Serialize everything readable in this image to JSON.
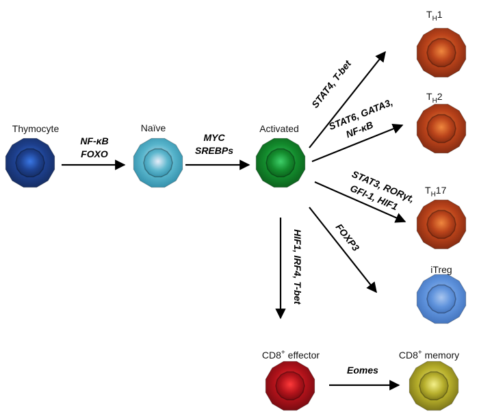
{
  "cells": {
    "thymocyte": {
      "label": "Thymocyte",
      "colors": [
        "#3a78e6",
        "#1d3f8c",
        "#142a5c"
      ]
    },
    "naive": {
      "label": "Naïve",
      "colors": [
        "#e8eefa",
        "#58b5cc",
        "#2e8aa6"
      ]
    },
    "activated": {
      "label": "Activated",
      "colors": [
        "#3fd06a",
        "#138a2c",
        "#0b5a1a"
      ]
    },
    "th1": {
      "label_main": "T",
      "label_sub": "H",
      "label_suffix": "1",
      "colors": [
        "#f0883f",
        "#b9421a",
        "#7a2710"
      ]
    },
    "th2": {
      "label_main": "T",
      "label_sub": "H",
      "label_suffix": "2",
      "colors": [
        "#f0883f",
        "#b9421a",
        "#7a2710"
      ]
    },
    "th17": {
      "label_main": "T",
      "label_sub": "H",
      "label_suffix": "17",
      "colors": [
        "#f0883f",
        "#b9421a",
        "#7a2710"
      ]
    },
    "itreg": {
      "label": "iTreg",
      "colors": [
        "#a9c6ef",
        "#5f93dd",
        "#3f6fb8"
      ]
    },
    "cd8_effector": {
      "label_main": "CD8",
      "label_sup": "+",
      "label_suffix": " effector",
      "colors": [
        "#ff3b3b",
        "#b0121a",
        "#6e0a10"
      ]
    },
    "cd8_memory": {
      "label_main": "CD8",
      "label_sup": "+",
      "label_suffix": " memory",
      "colors": [
        "#f4f08a",
        "#b6ae2a",
        "#726c16"
      ]
    }
  },
  "factors": {
    "thymocyte_to_naive": [
      "NF-κB",
      "FOXO"
    ],
    "naive_to_activated": [
      "MYC",
      "SREBPs"
    ],
    "to_th1": "STAT4, T-bet",
    "to_th2": [
      "STAT6, GATA3,",
      "NF-κB"
    ],
    "to_th17": [
      "STAT3, RORγt,",
      "GFI-1, HIF1"
    ],
    "to_itreg": "FOXP3",
    "to_cd8": "HIF1, IRF4, T-bet",
    "cd8_effector_to_memory": "Eomes"
  }
}
